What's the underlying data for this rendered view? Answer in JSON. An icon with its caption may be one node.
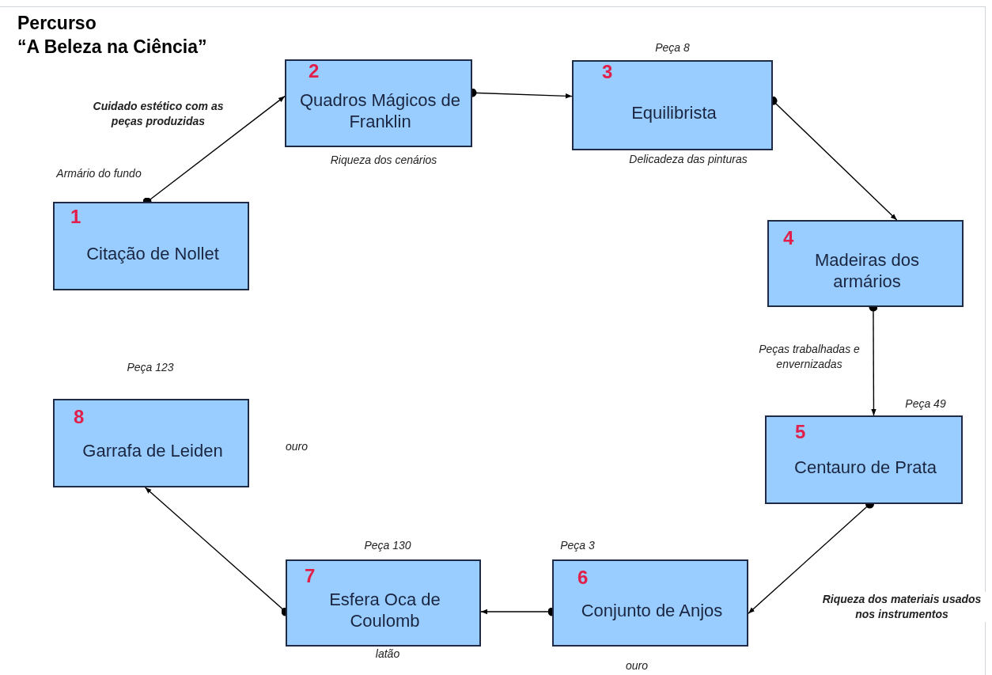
{
  "diagram": {
    "title": "Percurso “A Beleza na Ciência”",
    "nodes": [
      {
        "text": [
          "1",
          "Citação de Nollet"
        ],
        "beside": [
          "Armário do fundo"
        ]
      },
      {
        "text": [
          "2",
          "Quadros Mágicos de Franklin"
        ],
        "beside": [
          "Riqueza dos cenários"
        ]
      },
      {
        "text": [
          "3",
          "Equilibrista"
        ],
        "beside": [
          "Peça 8",
          "Delicadeza das pinturas"
        ]
      },
      {
        "text": [
          "4",
          "Madeiras dos armários"
        ]
      },
      {
        "text": [
          "5",
          "Centauro de Prata"
        ],
        "beside": [
          "Peça 49"
        ]
      },
      {
        "text": [
          "6",
          "Conjunto de Anjos"
        ],
        "beside": [
          "Peça 3",
          "ouro"
        ]
      },
      {
        "text": [
          "7",
          "Esfera Oca de Coulomb"
        ],
        "beside": [
          "Peça 130",
          "latão"
        ]
      },
      {
        "text": [
          "8",
          "Garrafa de Leiden"
        ],
        "beside": [
          "Peça 123",
          "ouro"
        ]
      }
    ],
    "edges": [
      {
        "from": 0,
        "to": 1,
        "arrow": "to",
        "label": "Cuidado estético com as peças produzidas"
      },
      {
        "from": 1,
        "to": 2,
        "arrow": "to"
      },
      {
        "from": 2,
        "to": 3,
        "arrow": "to"
      },
      {
        "from": 3,
        "to": 4,
        "arrow": "to",
        "label": "Peças trabalhadas e envernizadas"
      },
      {
        "from": 4,
        "to": 5,
        "arrow": "to",
        "label": "Riqueza dos materiais usados nos instrumentos"
      },
      {
        "from": 5,
        "to": 6,
        "arrow": "to"
      },
      {
        "from": 6,
        "to": 7,
        "arrow": "to"
      }
    ]
  }
}
